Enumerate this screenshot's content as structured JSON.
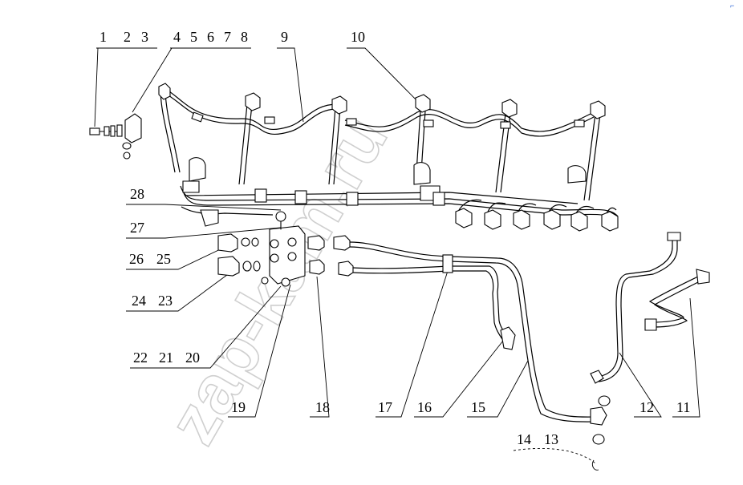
{
  "diagram": {
    "watermark": "zap-kam.ru",
    "corner_mark": "⌐",
    "callouts": [
      "1",
      "2",
      "3",
      "4",
      "5",
      "6",
      "7",
      "8",
      "9",
      "10",
      "11",
      "12",
      "13",
      "14",
      "15",
      "16",
      "17",
      "18",
      "19",
      "20",
      "21",
      "22",
      "23",
      "24",
      "25",
      "26",
      "27",
      "28"
    ]
  }
}
